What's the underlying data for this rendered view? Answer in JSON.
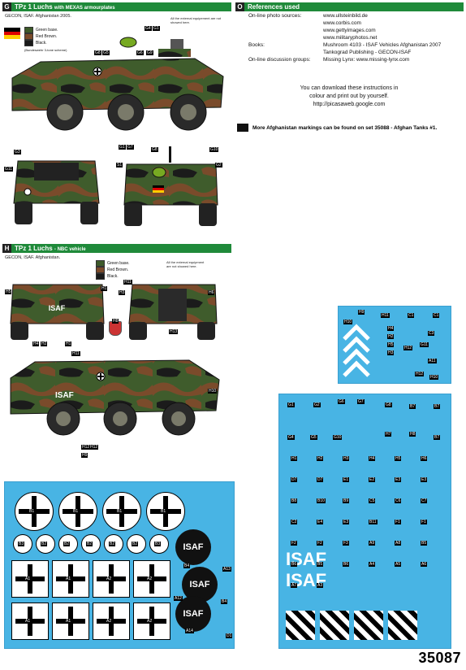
{
  "section_g": {
    "letter": "G",
    "title": "TPz 1 Luchs",
    "subtitle": "with MEXAS armourplates",
    "caption": "GECON, ISAF. Afghanistan 2005.",
    "note": "All the external equipement are not showed here.",
    "legend": [
      {
        "label": "Green base.",
        "color": "#3d5a2a"
      },
      {
        "label": "Red Brown.",
        "color": "#7a4a2a"
      },
      {
        "label": "Black.",
        "color": "#1a1a1a"
      }
    ],
    "legend_note": "(Bundeswehr 3-tone scheme)",
    "tags": [
      "G4",
      "G1",
      "G8",
      "G5",
      "G6",
      "G9",
      "G3",
      "G11",
      "G1",
      "G7",
      "G8",
      "G10",
      "S1",
      "G2"
    ]
  },
  "section_h": {
    "letter": "H",
    "title": "TPz 1 Luchs",
    "subtitle": "- NBC vehicle",
    "caption": "GECON, ISAF. Afghanistan.",
    "note": "All the external equipment are not showed here.",
    "legend": [
      {
        "label": "Green base.",
        "color": "#3d5a2a"
      },
      {
        "label": "Red Brown.",
        "color": "#7a4a2a"
      },
      {
        "label": "Black.",
        "color": "#1a1a1a"
      }
    ],
    "tags": [
      "H5",
      "H1",
      "H3",
      "H11",
      "H11",
      "H6",
      "H13",
      "H4",
      "H2",
      "H1",
      "H8",
      "H10",
      "H12",
      "H12",
      "H9"
    ],
    "isaf_text": "ISAF"
  },
  "section_o": {
    "letter": "O",
    "title": "References used",
    "refs": [
      {
        "k": "On-line photo sources:",
        "v": "www.ullsteinbild.de"
      },
      {
        "k": "",
        "v": "www.corbis.com"
      },
      {
        "k": "",
        "v": "www.gettyimages.com"
      },
      {
        "k": "",
        "v": "www.militaryphotos.net"
      },
      {
        "k": "Books:",
        "v": "Mushroom 4103 - ISAF Vehicles Afghanistan 2007"
      },
      {
        "k": "",
        "v": "Tankograd Publishing - GECON-ISAF"
      },
      {
        "k": "On-line discussion groups:",
        "v": "Missing Lynx:  www.missing-lynx.com"
      }
    ],
    "download_lines": [
      "You can download these instructions in",
      "colour and print out by yourself.",
      "http://picasaweb.google.com"
    ],
    "more": "More Afghanistan markings can be found on set 35088 - Afghan Tanks #1."
  },
  "sheet_a": {
    "crosses": [
      "B1",
      "B1",
      "B1",
      "B1"
    ],
    "small_labels": [
      "B3",
      "B2",
      "B2",
      "B2",
      "B2",
      "B2",
      "B3"
    ],
    "a_labels": [
      "A1",
      "A1",
      "A2",
      "A2",
      "A1",
      "A1",
      "A2",
      "A2"
    ],
    "isaf_labels": [
      "ISAF",
      "ISAF",
      "ISAF"
    ],
    "misc": [
      "B4",
      "A13",
      "A12",
      "B4",
      "A14",
      "D1"
    ]
  },
  "sheet_b": {
    "labels": [
      "H9",
      "H11",
      "C1",
      "C1",
      "H10",
      "H4",
      "H2",
      "G11",
      "H5",
      "H3",
      "H12",
      "A11",
      "C3",
      "H12",
      "H10"
    ]
  },
  "sheet_c": {
    "top_row": [
      "G1",
      "G2",
      "G6",
      "G7",
      "G8",
      "B7",
      "B7"
    ],
    "row2": [
      "G4",
      "G5",
      "G10",
      "H7",
      "H8",
      "B7"
    ],
    "labels": [
      "H1",
      "H2",
      "H3",
      "H4",
      "H5",
      "H6",
      "D7",
      "D7",
      "E1",
      "E2",
      "E3",
      "E3",
      "B8",
      "B10",
      "B9",
      "C5",
      "C6",
      "C7",
      "C2",
      "E4",
      "E3",
      "B11",
      "F1",
      "F1",
      "F2",
      "F2",
      "F3",
      "A9",
      "A8",
      "B5",
      "B6",
      "B5",
      "B6",
      "A4",
      "A5",
      "A6",
      "A7",
      "A3"
    ],
    "isaf_text": "ISAF"
  },
  "code": "35087"
}
